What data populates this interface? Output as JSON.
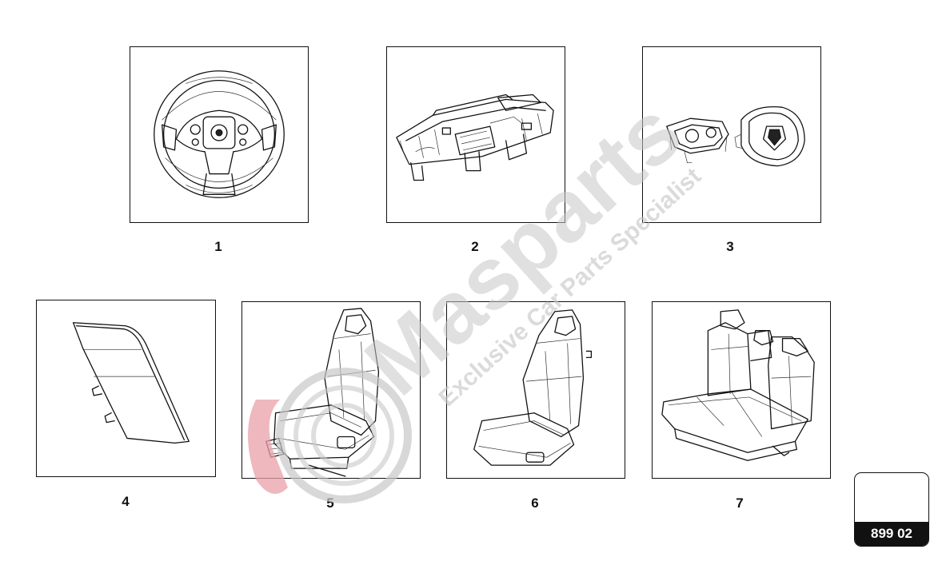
{
  "parts": [
    {
      "number": "1",
      "icon": "steering-wheel-icon"
    },
    {
      "number": "2",
      "icon": "dashboard-icon"
    },
    {
      "number": "3",
      "icon": "airbag-module-icon"
    },
    {
      "number": "4",
      "icon": "side-panel-trim-icon"
    },
    {
      "number": "5",
      "icon": "front-seat-icon"
    },
    {
      "number": "6",
      "icon": "front-seat-alt-icon"
    },
    {
      "number": "7",
      "icon": "rear-bench-seat-icon"
    }
  ],
  "code_box": {
    "code": "899 02"
  },
  "watermark": {
    "brand": "Masparts",
    "tagline": "Exclusive Car Parts Specialist",
    "colors": {
      "logo_red": "#e8a0a8",
      "text_gray": "#c8c8c8"
    }
  }
}
